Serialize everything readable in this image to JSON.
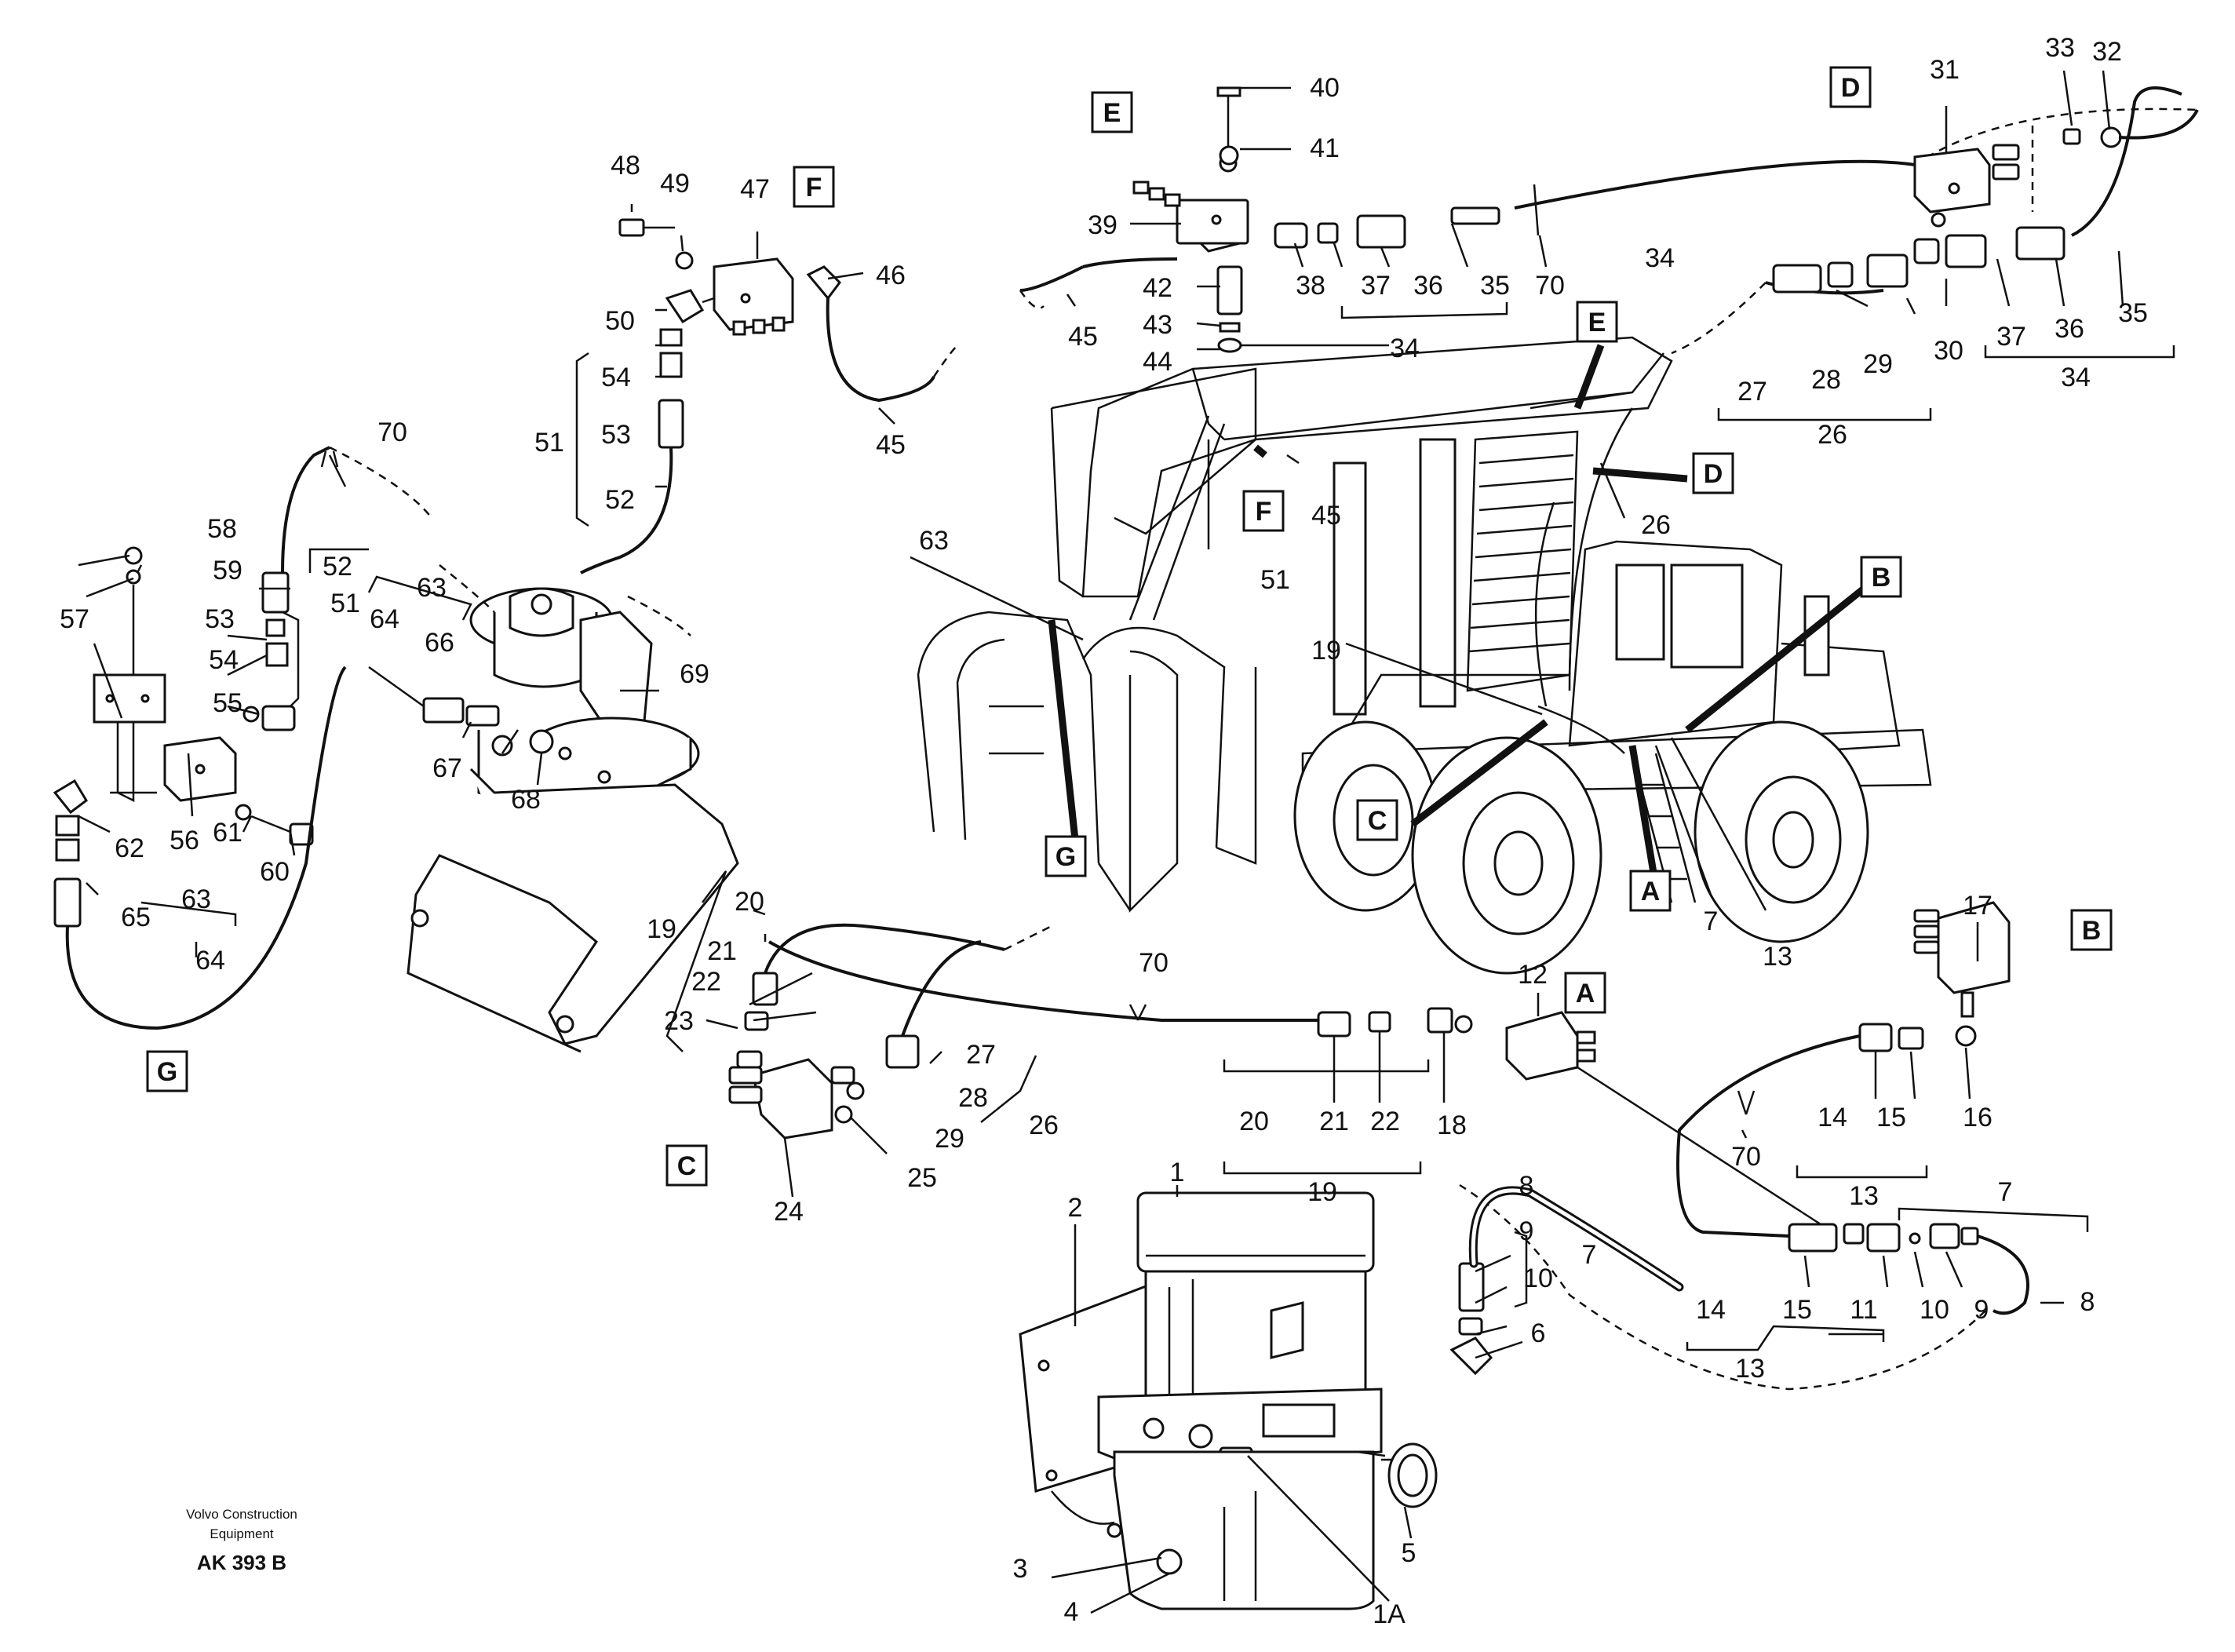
{
  "credit": {
    "line1": "Volvo Construction",
    "line2": "Equipment",
    "code": "AK 393 B"
  },
  "sections": [
    "A",
    "B",
    "C",
    "D",
    "E",
    "F",
    "G"
  ],
  "labels": {
    "n1": "1",
    "n1A": "1A",
    "n2": "2",
    "n3": "3",
    "n4": "4",
    "n5": "5",
    "n6": "6",
    "n7": "7",
    "n8": "8",
    "n9": "9",
    "n10": "10",
    "n11": "11",
    "n12": "12",
    "n13": "13",
    "n14": "14",
    "n15": "15",
    "n16": "16",
    "n17": "17",
    "n18": "18",
    "n19": "19",
    "n20": "20",
    "n21": "21",
    "n22": "22",
    "n23": "23",
    "n24": "24",
    "n25": "25",
    "n26": "26",
    "n27": "27",
    "n28": "28",
    "n29": "29",
    "n30": "30",
    "n31": "31",
    "n32": "32",
    "n33": "33",
    "n34": "34",
    "n35": "35",
    "n36": "36",
    "n37": "37",
    "n38": "38",
    "n39": "39",
    "n40": "40",
    "n41": "41",
    "n42": "42",
    "n43": "43",
    "n44": "44",
    "n45": "45",
    "n46": "46",
    "n47": "47",
    "n48": "48",
    "n49": "49",
    "n50": "50",
    "n51": "51",
    "n52": "52",
    "n53": "53",
    "n54": "54",
    "n55": "55",
    "n56": "56",
    "n57": "57",
    "n58": "58",
    "n59": "59",
    "n60": "60",
    "n61": "61",
    "n62": "62",
    "n63": "63",
    "n64": "64",
    "n65": "65",
    "n66": "66",
    "n67": "67",
    "n68": "68",
    "n69": "69",
    "n70": "70"
  }
}
